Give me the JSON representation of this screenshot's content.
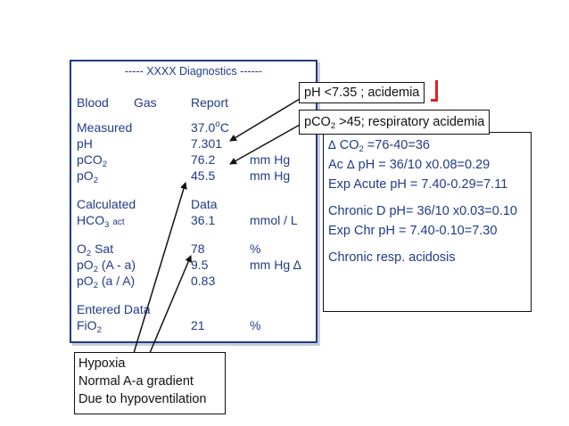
{
  "report": {
    "title": "----- XXXX Diagnostics ------",
    "header": {
      "blood": "Blood",
      "gas": "Gas",
      "report": "Report"
    },
    "measured": {
      "label": "Measured",
      "temp_value": "37.0",
      "temp_degree": "o",
      "temp_unit": "C"
    },
    "ph": {
      "label": "pH",
      "value": "7.301"
    },
    "pco2": {
      "label": "pCO",
      "sub": "2",
      "value": "76.2",
      "unit": "mm Hg"
    },
    "po2": {
      "label": "pO",
      "sub": "2",
      "value": "45.5",
      "unit": "mm Hg"
    },
    "calculated": {
      "label": "Calculated",
      "data_label": "Data"
    },
    "hco3": {
      "label": "HCO",
      "sub": "3",
      "act": "act",
      "value": "36.1",
      "unit": "mmol / L"
    },
    "o2sat": {
      "label": "O",
      "sub": "2",
      "label_rest": " Sat",
      "value": "78",
      "unit": "%"
    },
    "po2_aa": {
      "label": "pO",
      "sub": "2",
      "label_rest": " (A - a)",
      "value": "9.5",
      "unit": "mm Hg ∆"
    },
    "po2_a_over_a": {
      "label": "pO",
      "sub": "2",
      "label_rest": " (a / A)",
      "value": "0.83"
    },
    "entered": {
      "label": "Entered  Data"
    },
    "fio2": {
      "label": "FiO",
      "sub": "2",
      "value": "21",
      "unit": "%"
    }
  },
  "callouts": {
    "ph": "pH <7.35 ; acidemia",
    "pco2": {
      "prefix": "pCO",
      "sub": "2",
      "rest": " >45; respiratory acidemia"
    }
  },
  "calc_box": {
    "line1": {
      "delta": "∆",
      "pre": " CO",
      "sub": "2",
      "post": " =76-40=36"
    },
    "line2": {
      "pre": "Ac ",
      "delta": "∆",
      "post": " pH = 36/10 x0.08=0.29"
    },
    "line3": "Exp Acute pH = 7.40-0.29=7.11",
    "line4": "Chronic D pH= 36/10 x0.03=0.10",
    "line5": "Exp Chr pH = 7.40-0.10=7.30",
    "line6": "Chronic resp. acidosis"
  },
  "hypoxia_box": {
    "line1": "Hypoxia",
    "line2": "Normal A-a gradient",
    "line3": "Due to hypoventilation"
  },
  "colors": {
    "report_text": "#1f3b8a",
    "callout_text": "#111111",
    "accent_red": "#e02020"
  }
}
